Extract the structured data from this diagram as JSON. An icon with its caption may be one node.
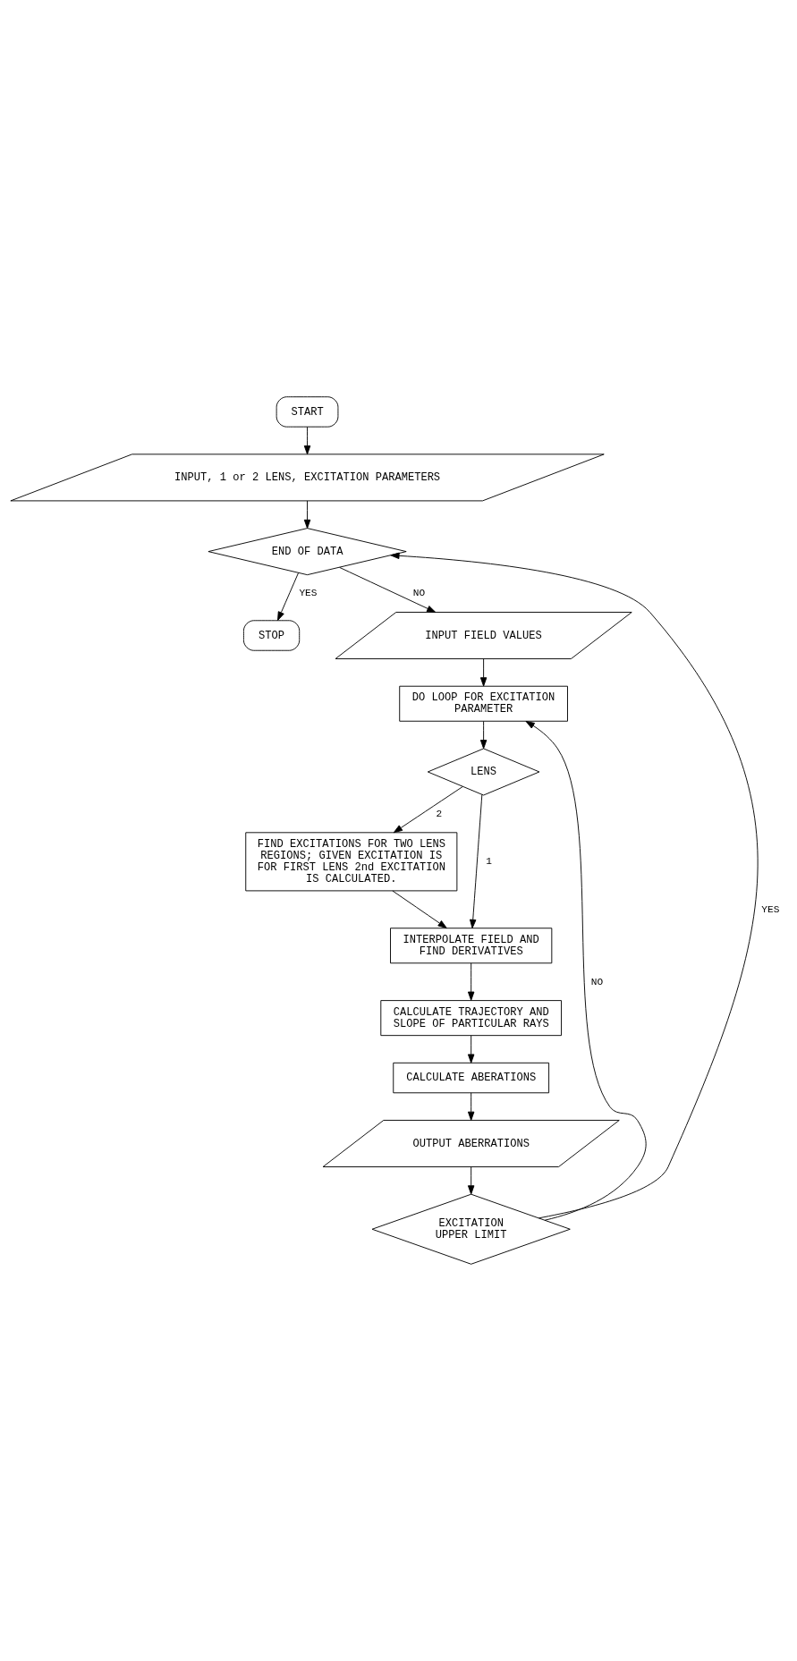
{
  "diagram": {
    "nodes": [
      {
        "text": [
          "START"
        ]
      },
      {
        "text": [
          "INPUT, 1 or 2 LENS, EXCITATION PARAMETERS"
        ]
      },
      {
        "text": [
          "END OF DATA"
        ]
      },
      {
        "text": [
          "STOP"
        ]
      },
      {
        "text": [
          "INPUT FIELD VALUES"
        ]
      },
      {
        "text": [
          "DO LOOP FOR EXCITATION PARAMETER"
        ]
      },
      {
        "text": [
          "LENS"
        ]
      },
      {
        "text": [
          "FIND EXCITATIONS FOR TWO LENS REGIONS; GIVEN EXCITATION IS FOR FIRST LENS 2nd EXCITATION IS CALCULATED."
        ]
      },
      {
        "text": [
          "INTERPOLATE FIELD AND FIND DERIVATIVES"
        ]
      },
      {
        "text": [
          "CALCULATE TRAJECTORY AND SLOPE OF PARTICULAR RAYS"
        ]
      },
      {
        "text": [
          "CALCULATE ABERATIONS"
        ]
      },
      {
        "text": [
          "OUTPUT ABERRATIONS"
        ]
      },
      {
        "text": [
          "EXCITATION UPPER LIMIT"
        ]
      }
    ],
    "edges": [
      {
        "from": 0,
        "to": 1,
        "arrow": "to"
      },
      {
        "from": 1,
        "to": 2,
        "arrow": "to"
      },
      {
        "from": 2,
        "to": 3,
        "arrow": "to",
        "label": "YES"
      },
      {
        "from": 2,
        "to": 4,
        "arrow": "to",
        "label": "NO"
      },
      {
        "from": 4,
        "to": 5,
        "arrow": "to"
      },
      {
        "from": 5,
        "to": 6,
        "arrow": "to"
      },
      {
        "from": 6,
        "to": 8,
        "arrow": "to",
        "label": "1"
      },
      {
        "from": 6,
        "to": 7,
        "arrow": "to",
        "label": "2"
      },
      {
        "from": 7,
        "to": 8,
        "arrow": "to"
      },
      {
        "from": 8,
        "to": 9,
        "arrow": "to"
      },
      {
        "from": 9,
        "to": 10,
        "arrow": "to"
      },
      {
        "from": 10,
        "to": 11,
        "arrow": "to"
      },
      {
        "from": 11,
        "to": 12,
        "arrow": "to"
      },
      {
        "from": 12,
        "to": 5,
        "arrow": "to",
        "label": "NO"
      },
      {
        "from": 12,
        "to": 2,
        "arrow": "to",
        "label": "YES"
      }
    ]
  }
}
